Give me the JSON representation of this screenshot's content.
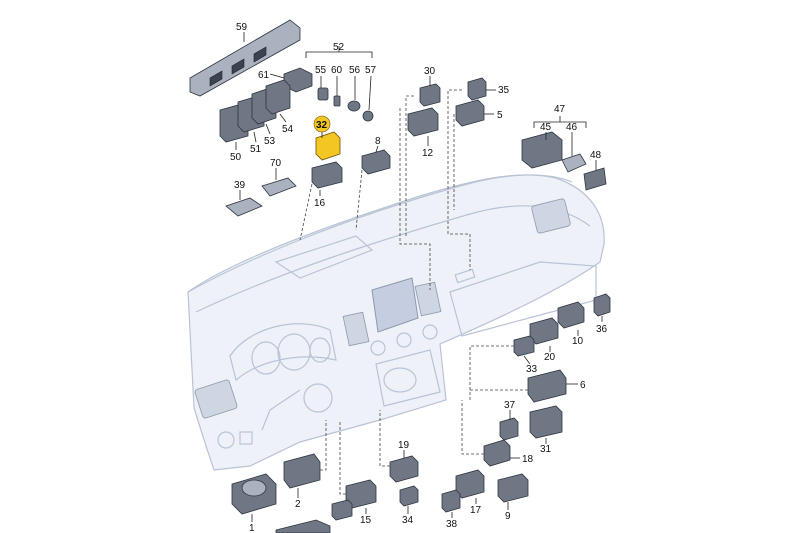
{
  "highlight_color": "#f3c623",
  "part_color": "#6f7785",
  "labels": {
    "l1": "1",
    "l2": "2",
    "l5": "5",
    "l6": "6",
    "l8": "8",
    "l9": "9",
    "l10": "10",
    "l12": "12",
    "l15": "15",
    "l16": "16",
    "l17": "17",
    "l18": "18",
    "l19": "19",
    "l20": "20",
    "l30": "30",
    "l31": "31",
    "l32": "32",
    "l33": "33",
    "l34": "34",
    "l35": "35",
    "l36": "36",
    "l37": "37",
    "l38": "38",
    "l39": "39",
    "l45": "45",
    "l46": "46",
    "l47": "47",
    "l48": "48",
    "l50": "50",
    "l51": "51",
    "l52": "52",
    "l53": "53",
    "l54": "54",
    "l55": "55",
    "l56": "56",
    "l57": "57",
    "l59": "59",
    "l60": "60",
    "l61": "61",
    "l70": "70"
  }
}
